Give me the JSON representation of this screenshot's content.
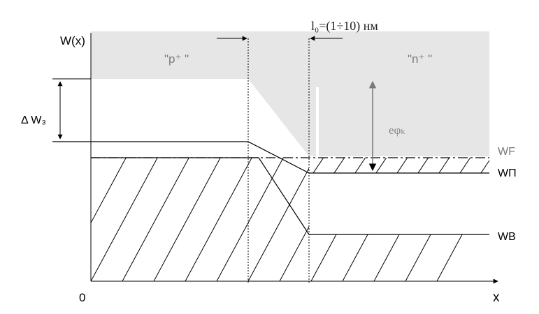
{
  "diagram": {
    "y_axis_label": "W(x)",
    "x_axis_label": "x",
    "origin_label": "0",
    "p_region_label": "\"p⁺ \"",
    "n_region_label": "\"n⁺ \"",
    "width_label": "l₀=(1÷10) нм",
    "delta_w_label": "Δ W₃",
    "potential_label": "eφₖ",
    "fermi_level_label": "WF",
    "conduction_band_label": "WП",
    "valence_band_label": "WB",
    "colors": {
      "shade": "#e6e6e6",
      "line": "#000000",
      "arrow_grey": "#777777"
    }
  }
}
